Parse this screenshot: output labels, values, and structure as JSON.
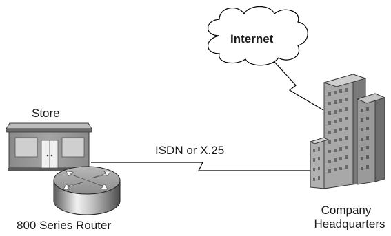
{
  "labels": {
    "internet": "Internet",
    "store": "Store",
    "link": "ISDN or X.25",
    "router": "800 Series Router",
    "hq_line1": "Company",
    "hq_line2": "Headquarters"
  },
  "icons": {
    "cloud": "cloud-icon",
    "store": "storefront-icon",
    "router": "router-icon",
    "headquarters": "office-building-icon"
  },
  "colors": {
    "line": "#000000",
    "building_face": "#a6a6a6",
    "building_side": "#7f7f7f",
    "window": "#6e6e6e",
    "router_body": "#9c9c9c"
  }
}
